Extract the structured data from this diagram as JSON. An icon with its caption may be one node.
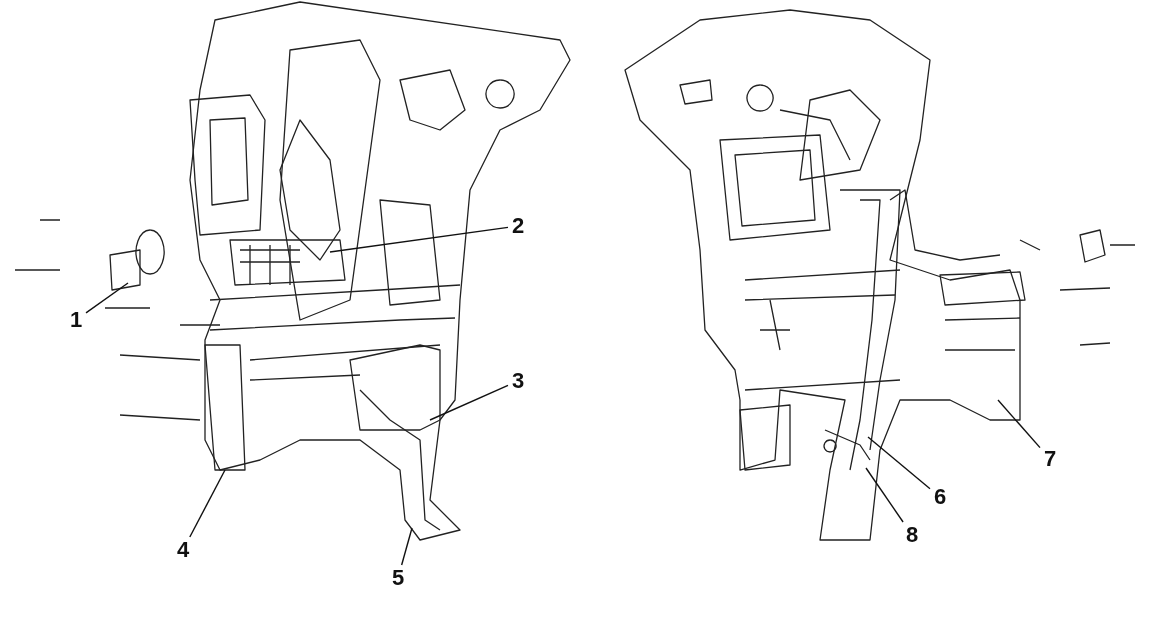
{
  "diagram": {
    "nodes": [
      {
        "text": [
          "1"
        ]
      },
      {
        "text": [
          "2"
        ]
      },
      {
        "text": [
          "3"
        ]
      },
      {
        "text": [
          "4"
        ]
      },
      {
        "text": [
          "5"
        ]
      },
      {
        "text": [
          "6"
        ]
      },
      {
        "text": [
          "7"
        ]
      },
      {
        "text": [
          "8"
        ]
      }
    ],
    "edges": [
      {
        "from": 0,
        "to": null,
        "arrow": "none"
      },
      {
        "from": 1,
        "to": null,
        "arrow": "none"
      },
      {
        "from": 2,
        "to": null,
        "arrow": "none"
      },
      {
        "from": 3,
        "to": null,
        "arrow": "none"
      },
      {
        "from": 4,
        "to": null,
        "arrow": "none"
      },
      {
        "from": 5,
        "to": null,
        "arrow": "none"
      },
      {
        "from": 6,
        "to": null,
        "arrow": "none"
      },
      {
        "from": 7,
        "to": null,
        "arrow": "none"
      }
    ]
  }
}
